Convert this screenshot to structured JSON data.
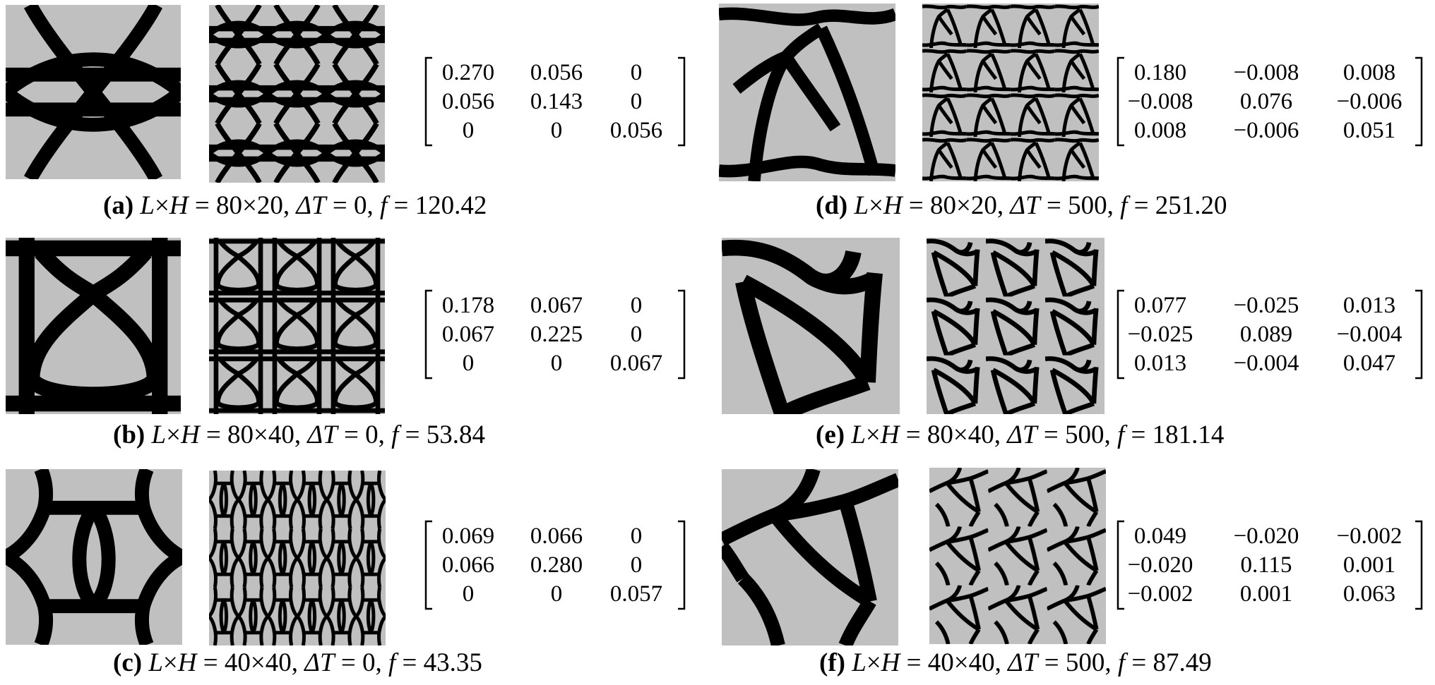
{
  "panels": [
    {
      "id": "a",
      "label": "(a)",
      "L": "80",
      "H": "20",
      "dT": "0",
      "f": "120.42",
      "matrix": [
        [
          "0.270",
          "0.056",
          "0"
        ],
        [
          "0.056",
          "0.143",
          "0"
        ],
        [
          "0",
          "0",
          "0.056"
        ]
      ]
    },
    {
      "id": "b",
      "label": "(b)",
      "L": "80",
      "H": "40",
      "dT": "0",
      "f": "53.84",
      "matrix": [
        [
          "0.178",
          "0.067",
          "0"
        ],
        [
          "0.067",
          "0.225",
          "0"
        ],
        [
          "0",
          "0",
          "0.067"
        ]
      ]
    },
    {
      "id": "c",
      "label": "(c)",
      "L": "40",
      "H": "40",
      "dT": "0",
      "f": "43.35",
      "matrix": [
        [
          "0.069",
          "0.066",
          "0"
        ],
        [
          "0.066",
          "0.280",
          "0"
        ],
        [
          "0",
          "0",
          "0.057"
        ]
      ]
    },
    {
      "id": "d",
      "label": "(d)",
      "L": "80",
      "H": "20",
      "dT": "500",
      "f": "251.20",
      "matrix": [
        [
          "0.180",
          "−0.008",
          "0.008"
        ],
        [
          "−0.008",
          "0.076",
          "−0.006"
        ],
        [
          "0.008",
          "−0.006",
          "0.051"
        ]
      ]
    },
    {
      "id": "e",
      "label": "(e)",
      "L": "80",
      "H": "40",
      "dT": "500",
      "f": "181.14",
      "matrix": [
        [
          "0.077",
          "−0.025",
          "0.013"
        ],
        [
          "−0.025",
          "0.089",
          "−0.004"
        ],
        [
          "0.013",
          "−0.004",
          "0.047"
        ]
      ]
    },
    {
      "id": "f",
      "label": "(f)",
      "L": "40",
      "H": "40",
      "dT": "500",
      "f": "87.49",
      "matrix": [
        [
          "0.049",
          "−0.020",
          "−0.002"
        ],
        [
          "−0.020",
          "0.115",
          "0.001"
        ],
        [
          "−0.002",
          "0.001",
          "0.063"
        ]
      ]
    }
  ],
  "caption_symbols": {
    "L": "L",
    "times": "×",
    "H": "H",
    "eq": " = ",
    "dT": "ΔT",
    "f": "f",
    "sep": ", "
  },
  "colors": {
    "solid": "#000000",
    "void": "#c0c0c0",
    "background": "#ffffff"
  }
}
